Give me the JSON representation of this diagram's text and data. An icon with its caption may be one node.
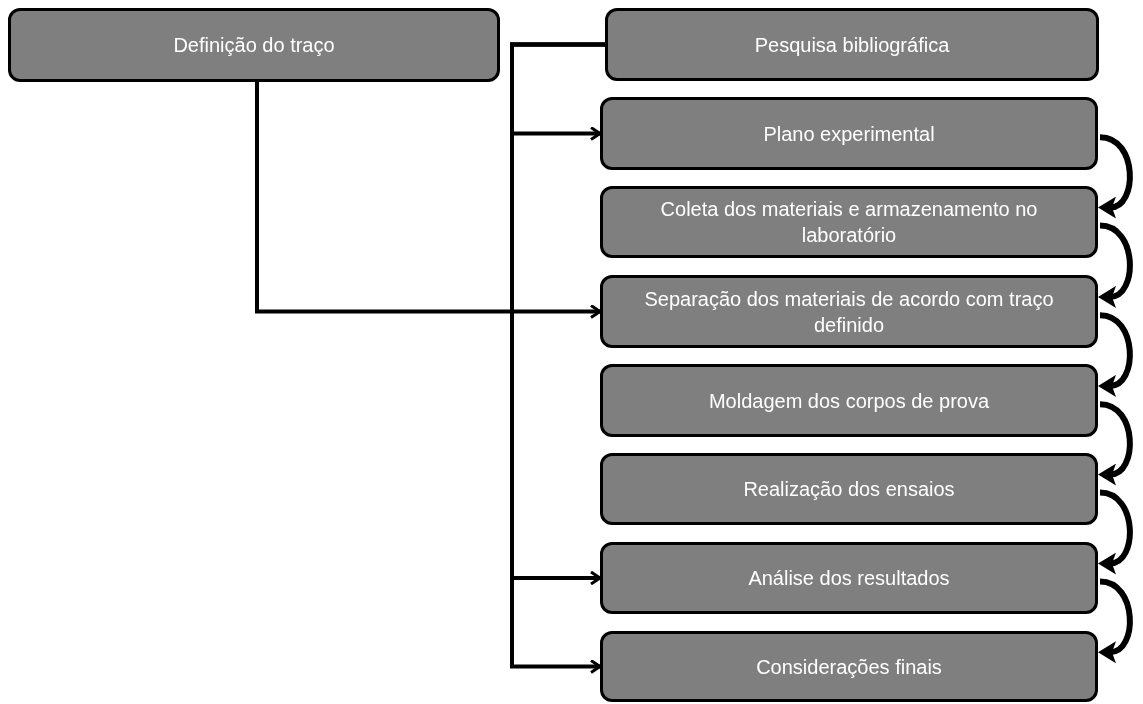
{
  "diagram": {
    "nodes": [
      {
        "text": [
          "Definição do traço"
        ]
      },
      {
        "text": [
          "Pesquisa bibliográfica"
        ]
      },
      {
        "text": [
          "Plano experimental"
        ]
      },
      {
        "text": [
          "Coleta dos materiais e armazenamento no laboratório"
        ]
      },
      {
        "text": [
          "Separação dos materiais de acordo com traço definido"
        ]
      },
      {
        "text": [
          "Moldagem dos corpos de prova"
        ]
      },
      {
        "text": [
          "Realização dos ensaios"
        ]
      },
      {
        "text": [
          "Análise dos resultados"
        ]
      },
      {
        "text": [
          "Considerações finais"
        ]
      }
    ],
    "edges": [
      {
        "from": 1,
        "to": 2,
        "arrow": "to"
      },
      {
        "from": 1,
        "to": 7,
        "arrow": "to"
      },
      {
        "from": 1,
        "to": 8,
        "arrow": "to"
      },
      {
        "from": 0,
        "to": 4,
        "arrow": "to"
      },
      {
        "from": 2,
        "to": 3,
        "arrow": "to"
      },
      {
        "from": 3,
        "to": 4,
        "arrow": "to"
      },
      {
        "from": 4,
        "to": 5,
        "arrow": "to"
      },
      {
        "from": 5,
        "to": 6,
        "arrow": "to"
      },
      {
        "from": 6,
        "to": 7,
        "arrow": "to"
      },
      {
        "from": 7,
        "to": 8,
        "arrow": "to"
      }
    ]
  }
}
